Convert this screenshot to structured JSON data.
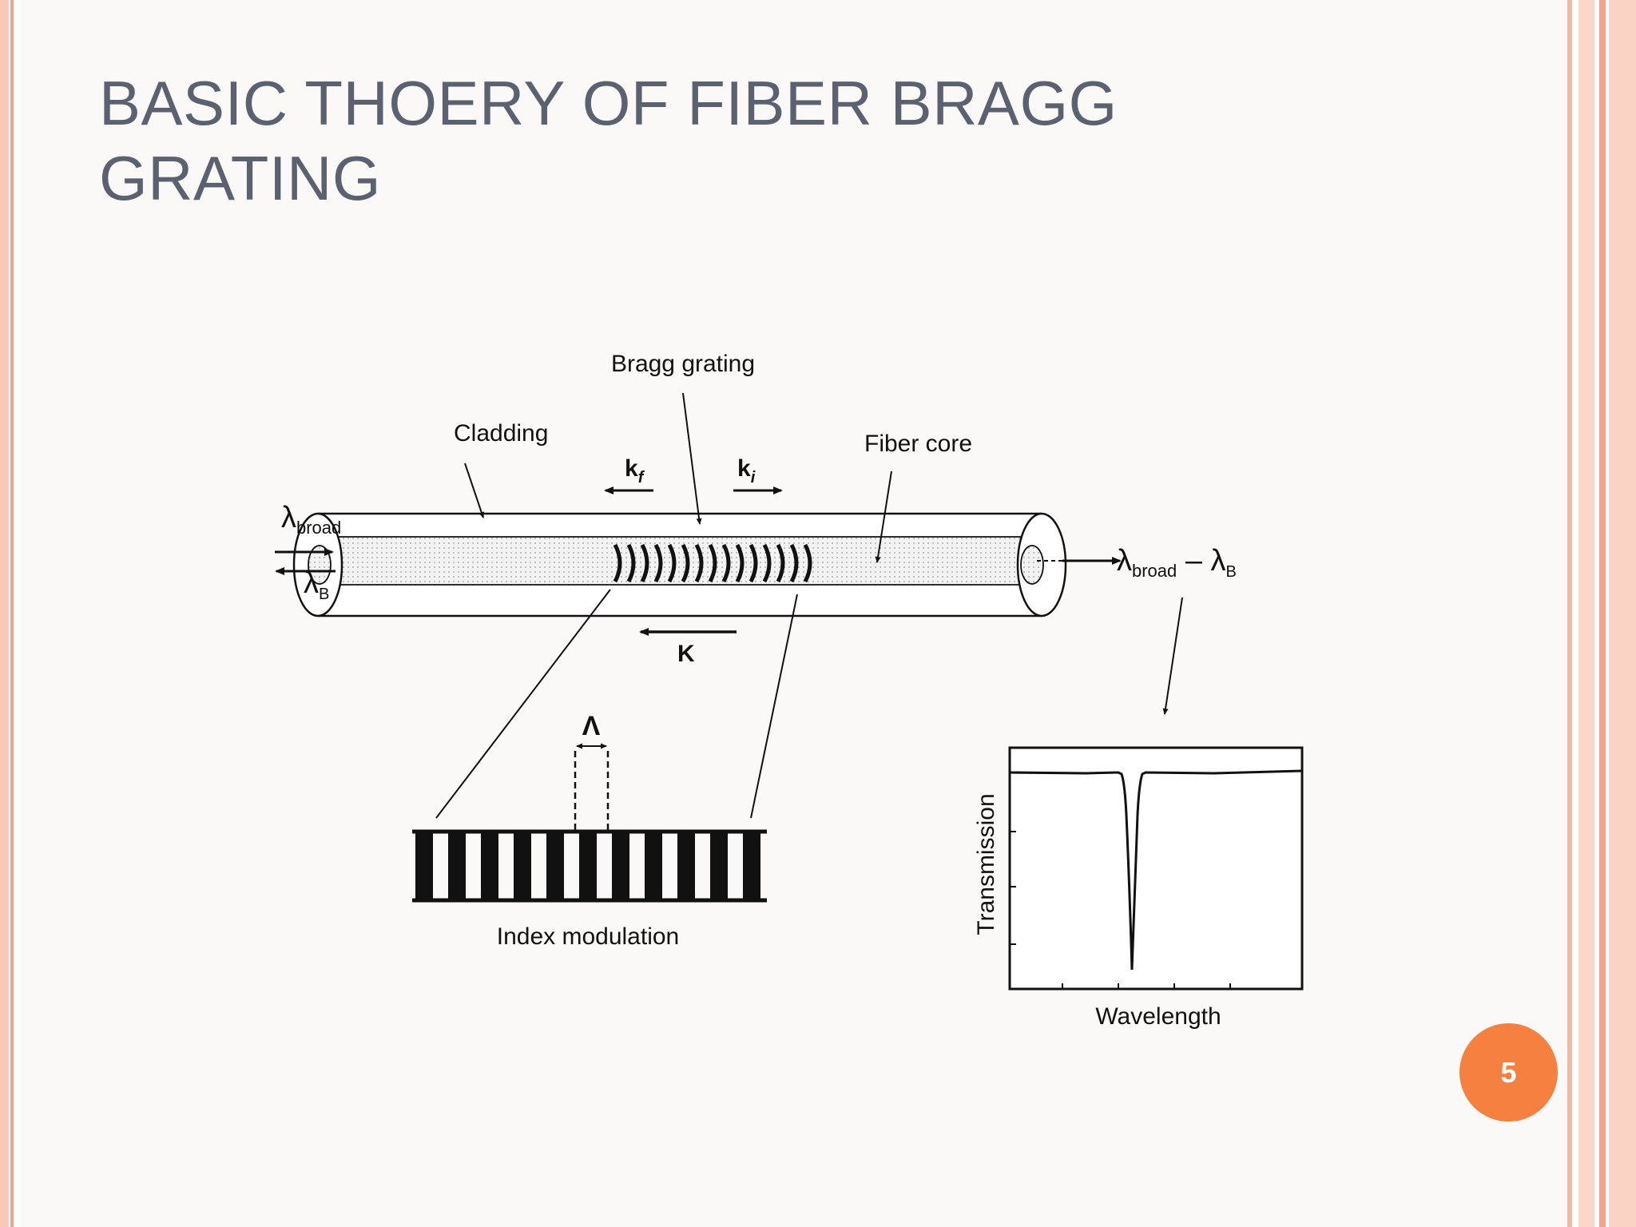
{
  "slide": {
    "title": "BASIC THOERY OF FIBER BRAGG GRATING",
    "page_number": "5"
  },
  "figure": {
    "labels": {
      "bragg_grating": "Bragg grating",
      "cladding": "Cladding",
      "fiber_core": "Fiber core",
      "kf": "k",
      "kf_sub": "f",
      "ki": "k",
      "ki_sub": "i",
      "K": "K",
      "lambda_broad_in": "λ",
      "lambda_broad_in_sub": "broad",
      "lambda_B_reflected": "λ",
      "lambda_B_reflected_sub": "B",
      "output_lambda": "λ",
      "output_lambda_sub": "broad",
      "output_minus": " – λ",
      "output_minus_sub": "B",
      "period": "Λ",
      "index_modulation": "Index modulation",
      "transmission_axis": "Transmission",
      "wavelength_axis": "Wavelength"
    },
    "colors": {
      "ink": "#111111",
      "core_fill": "#e8e8e8"
    }
  }
}
